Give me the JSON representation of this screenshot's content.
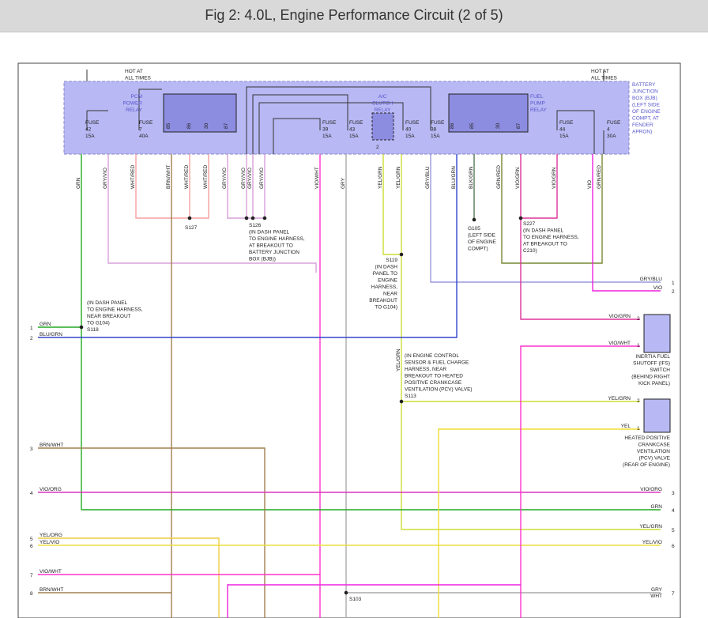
{
  "title": "Fig 2: 4.0L, Engine Performance Circuit (2 of 5)",
  "labels": {
    "hot_left": [
      "HOT AT",
      "ALL TIMES"
    ],
    "hot_right": [
      "HOT AT",
      "ALL TIMES"
    ],
    "bjb": [
      "BATTERY",
      "JUNCTION",
      "BOX (BJB)",
      "(LEFT SIDE",
      "OF ENGINE",
      "COMPT, AT",
      "FENDER",
      "APRON)"
    ],
    "pcm_relay": [
      "PCM",
      "POWER",
      "RELAY"
    ],
    "ac_relay": [
      "A/C",
      "CLUTCH",
      "RELAY"
    ],
    "fuel_relay": [
      "FUEL",
      "PUMP",
      "RELAY"
    ],
    "fuses": [
      {
        "name": "FUSE",
        "num": "42",
        "amp": "15A"
      },
      {
        "name": "FUSE",
        "num": "7",
        "amp": "40A"
      },
      {
        "name": "FUSE",
        "num": "39",
        "amp": "15A"
      },
      {
        "name": "FUSE",
        "num": "43",
        "amp": "15A"
      },
      {
        "name": "FUSE",
        "num": "40",
        "amp": "15A"
      },
      {
        "name": "FUSE",
        "num": "38",
        "amp": "15A"
      },
      {
        "name": "FUSE",
        "num": "44",
        "amp": "15A"
      },
      {
        "name": "FUSE",
        "num": "4",
        "amp": "30A"
      }
    ],
    "pcm_pins": [
      "85",
      "86",
      "30",
      "87"
    ],
    "fp_pins": [
      "86",
      "85",
      "30",
      "87"
    ],
    "ac_pin": "2",
    "wire_colors": [
      "GRN",
      "GRY/VIO",
      "WHT/RED",
      "BRN/WHT",
      "WHT/RED",
      "WHT/RED",
      "GRY/VIO",
      "GRY/VIO",
      "GRY/VIO",
      "GRY/VIO",
      "VIO/WHT",
      "GRY",
      "YEL/GRN",
      "YEL/GRN",
      "GRY/BLU",
      "BLU/GRN",
      "BLK/GRN",
      "GRN/RED",
      "VIO/GRN",
      "VIO/GRN",
      "VIO",
      "GRN/RED"
    ],
    "s127": "S127",
    "s126": [
      "S126",
      "(IN DASH PANEL",
      "TO ENGINE HARNESS,",
      "AT BREAKOUT TO",
      "BATTERY JUNCTION",
      "BOX (BJB))"
    ],
    "g105": [
      "G105",
      "(LEFT SIDE",
      "OF ENGINE",
      "COMPT)"
    ],
    "s227": [
      "S227",
      "(IN DASH PANEL",
      "TO ENGINE HARNESS,",
      "AT BREAKOUT TO",
      "C210)"
    ],
    "s119": [
      "S119",
      "(IN DASH",
      "PANEL TO",
      "ENGINE",
      "HARNESS,",
      "NEAR",
      "BREAKOUT",
      "TO G104)"
    ],
    "s118": [
      "(IN DASH PANEL",
      "TO ENGINE HARNESS,",
      "NEAR BREAKOUT",
      "TO G104)",
      "S118"
    ],
    "s113": [
      "(IN ENGINE CONTROL",
      "SENSOR & FUEL CHARGE",
      "HARNESS, NEAR",
      "BREAKOUT TO HEATED",
      "POSITIVE CRANKCASE",
      "VENTILATION (PCV) VALVE)",
      "S113"
    ],
    "s113_wire": "YEL/GRN",
    "ifs": [
      "INERTIA FUEL",
      "SHUTOFF (IFS)",
      "SWITCH",
      "(BEHIND RIGHT",
      "KICK PANEL)"
    ],
    "pcv": [
      "HEATED POSITIVE",
      "CRANKCASE",
      "VENTILATION",
      "(PCV) VALVE",
      "(REAR OF ENGINE)"
    ],
    "s103": "S103",
    "right_conn": [
      {
        "label": "GRY/BLU",
        "num": "1"
      },
      {
        "label": "VIO",
        "num": "2"
      },
      {
        "label": "VIO/ORG",
        "num": "3"
      },
      {
        "label": "GRN",
        "num": "4"
      },
      {
        "label": "YEL/GRN",
        "num": "5"
      },
      {
        "label": "YEL/VIO",
        "num": "6"
      },
      {
        "label": "GRY",
        "num": "7"
      },
      {
        "label": "WHT",
        "num": ""
      }
    ],
    "left_conn": [
      {
        "label": "GRN",
        "num": "1"
      },
      {
        "label": "BLU/GRN",
        "num": "2"
      },
      {
        "label": "BRN/WHT",
        "num": "3"
      },
      {
        "label": "VIO/ORG",
        "num": "4"
      },
      {
        "label": "YEL/ORG",
        "num": "5"
      },
      {
        "label": "YEL/VIO",
        "num": "6"
      },
      {
        "label": "VIO/WHT",
        "num": "7"
      },
      {
        "label": "BRN/WHT",
        "num": "8"
      }
    ],
    "ifs_pins": [
      {
        "label": "VIO/GRN",
        "num": "2"
      },
      {
        "label": "VIO/WHT",
        "num": "1"
      }
    ],
    "pcv_pins": [
      {
        "label": "YEL/GRN",
        "num": "2"
      },
      {
        "label": "YEL",
        "num": "1"
      }
    ]
  },
  "colors": {
    "bjb_fill": "#b8b8f4",
    "bjb_stroke": "#8888cc",
    "grn": "#22aa22",
    "gry_vio": "#d8a0d8",
    "wht_red": "#f4a0a0",
    "brn_wht": "#a08050",
    "vio_wht": "#ff33cc",
    "gry": "#aaaaaa",
    "yel_grn": "#ccdd33",
    "gry_blu": "#9999dd",
    "blu_grn": "#3344cc",
    "blk_grn": "#557755",
    "grn_red": "#778833",
    "vio_grn": "#dd3399",
    "vio": "#ee22dd",
    "vio_org": "#dd33bb",
    "yel": "#eedd33",
    "yel_org": "#eecc44",
    "yel_vio": "#eedd44"
  }
}
